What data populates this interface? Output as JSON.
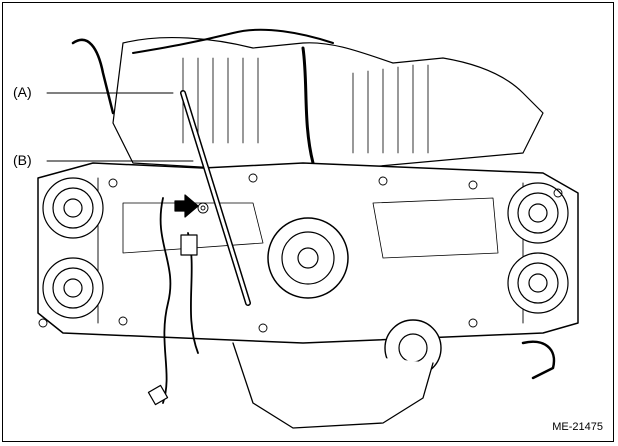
{
  "figure": {
    "callouts": [
      {
        "id": "A",
        "text": "(A)"
      },
      {
        "id": "B",
        "text": "(B)"
      }
    ],
    "reference_code": "ME-21475",
    "line_color": "#000000",
    "fill_color": "#ffffff",
    "arrow_icon": "right-arrow-icon"
  }
}
